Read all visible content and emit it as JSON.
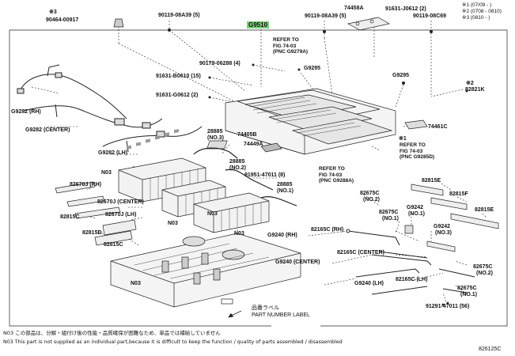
{
  "legend": [
    "※1 (07/09 -     )",
    "※2 (0708 - 0810)",
    "※3 (0810 -     )"
  ],
  "parts": {
    "g9510": "G9510",
    "note3": "※3",
    "p90464_00917": "90464-00917",
    "p90119_08a39_5": "90119-08A39 (5)",
    "p90119_08a39_5b": "90119-08A39 (5)",
    "p74458a": "74458A",
    "p91631_j0612": "91631-J0612 (2)",
    "p90119_08c69": "90119-08C69",
    "p90179_06288": "90179-06288 (4)",
    "g9295a": "G9295",
    "p91631_b0610": "91631-B0610 (15)",
    "p91631_g0612": "91631-G0612 (2)",
    "g9295b": "G9295",
    "note2": "※2",
    "p82821k": "82821K",
    "g9282_rh": "G9282 (RH)",
    "g9282_center": "G9282 (CENTER)",
    "g9282_lh": "G9282 (LH)",
    "p74405b": "74405B",
    "p74449a": "74449A",
    "p28885_3": "28885",
    "p28885_3n": "(NO.3)",
    "p28885_2": "28885",
    "p28885_2n": "(NO.2)",
    "p28885_1": "28885",
    "p28885_1n": "(NO.1)",
    "p74461c": "74461C",
    "note1": "※1",
    "p91951_47011": "91951-47011 (8)",
    "n03_a": "N03",
    "n03_b": "N03",
    "n03_c": "N03",
    "n03_d": "N03",
    "n03_e": "N03",
    "p82670j_rh": "82670J (RH)",
    "p82670j_center": "82670J (CENTER)",
    "p82670j_lh": "82670J (LH)",
    "p82815c_a": "82815C",
    "p82815d": "82815D",
    "p82815c_b": "82815C",
    "p82675c_2": "82675C",
    "p82675c_2n": "(NO.2)",
    "p82675c_1a": "82675C",
    "p82675c_1an": "(NO.1)",
    "g9242_1": "G9242",
    "g9242_1n": "(NO.1)",
    "g9242_3": "G9242",
    "g9242_3n": "(NO.3)",
    "p82815e": "82815E",
    "p82815f": "82815F",
    "p82815e_b": "82815E",
    "g9240_rh": "G9240 (RH)",
    "p82165c_rh": "82165C (RH)",
    "g9240_center": "G9240 (CENTER)",
    "p82165c_center": "82165C (CENTER)",
    "g9240_lh": "G9240 (LH)",
    "p82165c_lh": "82165C (LH)",
    "p82675c_2b": "82675C",
    "p82675c_2bn": "(NO.2)",
    "p82675c_1b": "82675C",
    "p82675c_1bn": "(NO.1)",
    "p91291_47011": "91291-47011 (56)",
    "part_label_jp": "品番ラベル",
    "part_label_en": "PART NUMBER LABEL"
  },
  "refs": {
    "ref_a": [
      "REFER TO",
      "FIG 74-03",
      "(PNC G9279A)"
    ],
    "ref_b": [
      "REFER TO",
      "FIG 74-03",
      "(PNC G9285D)"
    ],
    "ref_c": [
      "REFER TO",
      "FIG 74-03",
      "(PNC G9288A)"
    ]
  },
  "footer": {
    "note_jp": "N03 この部品は、分解・組付け後の性能・品質確保が困難なため、単品では補給していません",
    "note_en": "N03 This part is not supplied as an individual part,because it is difficult to keep the function / quality of parts assembled / disassembled",
    "figure_code": "826125C"
  }
}
